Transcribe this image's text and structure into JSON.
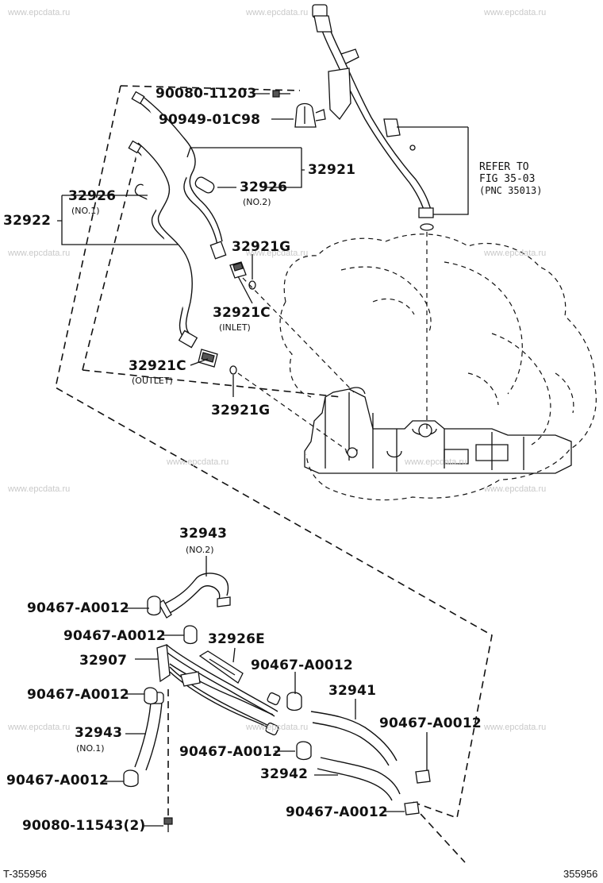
{
  "watermark": "www.epcdata.ru",
  "labels": {
    "bolt_top": "90080-11203",
    "clamp_top": "90949-01C98",
    "tube_32921": "32921",
    "hose_32926_no2": "32926",
    "hose_32926_no2_sub": "(NO.2)",
    "hose_32926_no1": "32926",
    "hose_32926_no1_sub": "(NO.1)",
    "tube_32922": "32922",
    "gasket_32921g_top": "32921G",
    "union_32921c_inlet": "32921C",
    "union_32921c_inlet_sub": "(INLET)",
    "union_32921c_outlet": "32921C",
    "union_32921c_outlet_sub": "(OUTLET)",
    "gasket_32921g_bottom": "32921G",
    "hose_32943_no2": "32943",
    "hose_32943_no2_sub": "(NO.2)",
    "clamp_a": "90467-A0012",
    "clamp_b": "90467-A0012",
    "pipe_32926e": "32926E",
    "pipe_32907": "32907",
    "clamp_c": "90467-A0012",
    "clamp_d": "90467-A0012",
    "hose_32941": "32941",
    "hose_32943_no1": "32943",
    "hose_32943_no1_sub": "(NO.1)",
    "clamp_e": "90467-A0012",
    "clamp_f": "90467-A0012",
    "hose_32942": "32942",
    "clamp_g": "90467-A0012",
    "clamp_h": "90467-A0012",
    "bolt_bottom": "90080-11543(2)"
  },
  "reference": {
    "line1": "REFER TO",
    "line2": "FIG 35-03",
    "line3": "(PNC 35013)"
  },
  "footer": {
    "left": "T-355956",
    "right": "355956"
  }
}
